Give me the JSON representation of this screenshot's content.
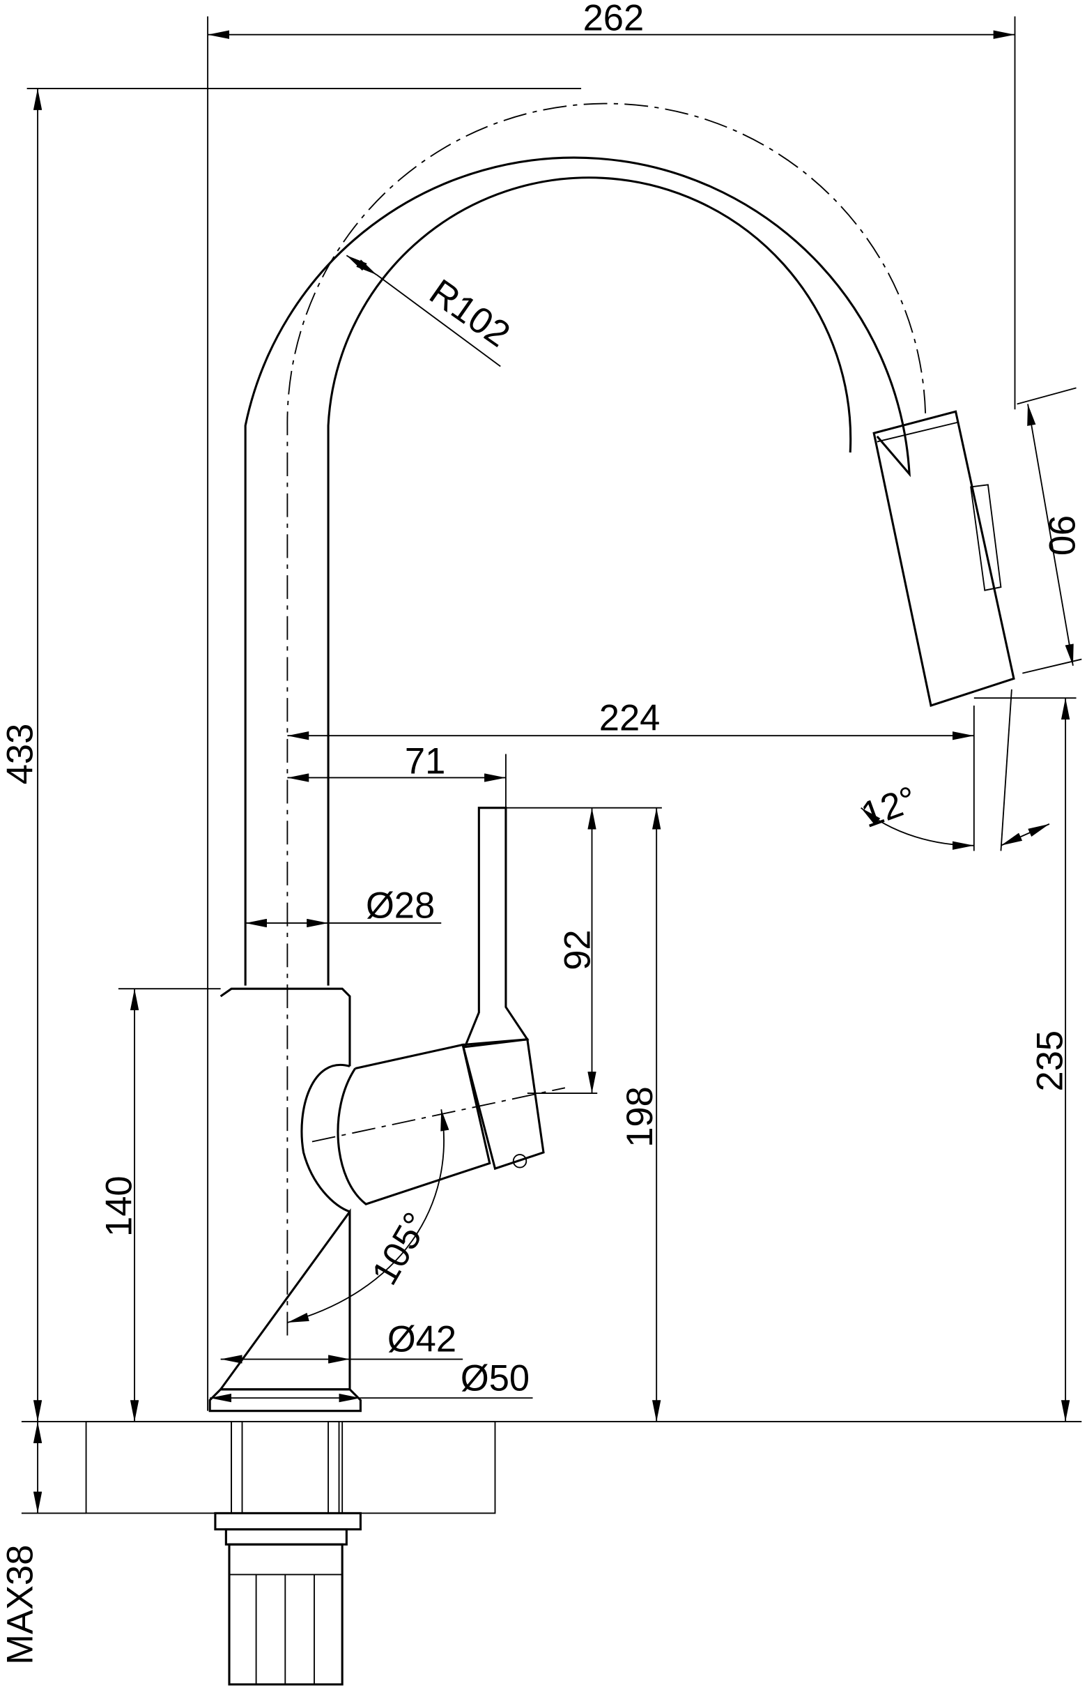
{
  "drawing": {
    "title": "Faucet dimension drawing",
    "dimensions": {
      "overall_width": "262",
      "overall_height": "433",
      "spout_radius": "R102",
      "head_length": "90",
      "reach": "224",
      "lever_offset": "71",
      "head_angle": "12°",
      "spout_diameter": "Ø28",
      "lever_height": "92",
      "lever_top_height": "198",
      "outlet_height": "235",
      "body_height": "140",
      "lever_angle": "105°",
      "body_diameter": "Ø42",
      "base_diameter": "Ø50",
      "max_counter_thickness": "MAX38"
    }
  }
}
